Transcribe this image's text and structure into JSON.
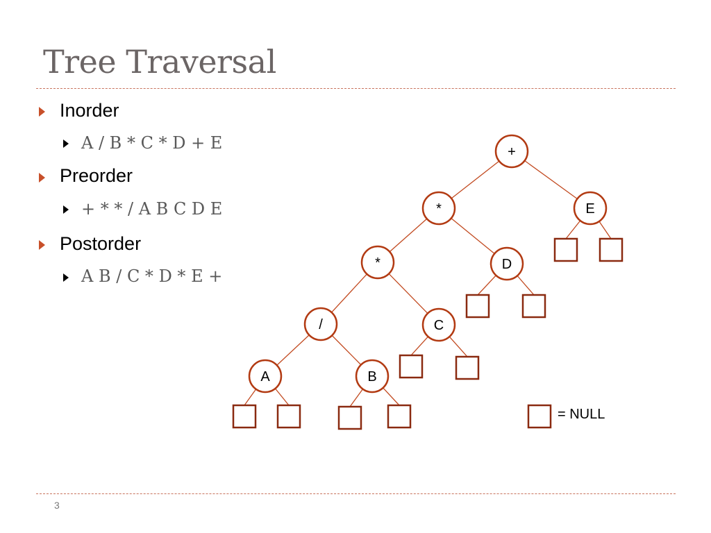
{
  "title": "Tree Traversal",
  "traversals": [
    {
      "name": "Inorder",
      "sequence": "A / B * C * D + E"
    },
    {
      "name": "Preorder",
      "sequence": "+ * * / A B C D E"
    },
    {
      "name": "Postorder",
      "sequence": "A B / C * D * E +"
    }
  ],
  "tree": {
    "nodes": [
      {
        "id": "n_plus",
        "label": "+"
      },
      {
        "id": "n_mul1",
        "label": "*"
      },
      {
        "id": "n_E",
        "label": "E"
      },
      {
        "id": "n_mul2",
        "label": "*"
      },
      {
        "id": "n_D",
        "label": "D"
      },
      {
        "id": "n_div",
        "label": "/"
      },
      {
        "id": "n_C",
        "label": "C"
      },
      {
        "id": "n_A",
        "label": "A"
      },
      {
        "id": "n_B",
        "label": "B"
      }
    ],
    "edges": [
      [
        "n_plus",
        "n_mul1"
      ],
      [
        "n_plus",
        "n_E"
      ],
      [
        "n_mul1",
        "n_mul2"
      ],
      [
        "n_mul1",
        "n_D"
      ],
      [
        "n_mul2",
        "n_div"
      ],
      [
        "n_mul2",
        "n_C"
      ],
      [
        "n_div",
        "n_A"
      ],
      [
        "n_div",
        "n_B"
      ]
    ]
  },
  "legend": {
    "label": "= NULL"
  },
  "page_number": "3",
  "colors": {
    "accent": "#c8502a",
    "node_stroke": "#b23a12",
    "null_stroke": "#8a2a10",
    "rule": "#c8735c"
  }
}
